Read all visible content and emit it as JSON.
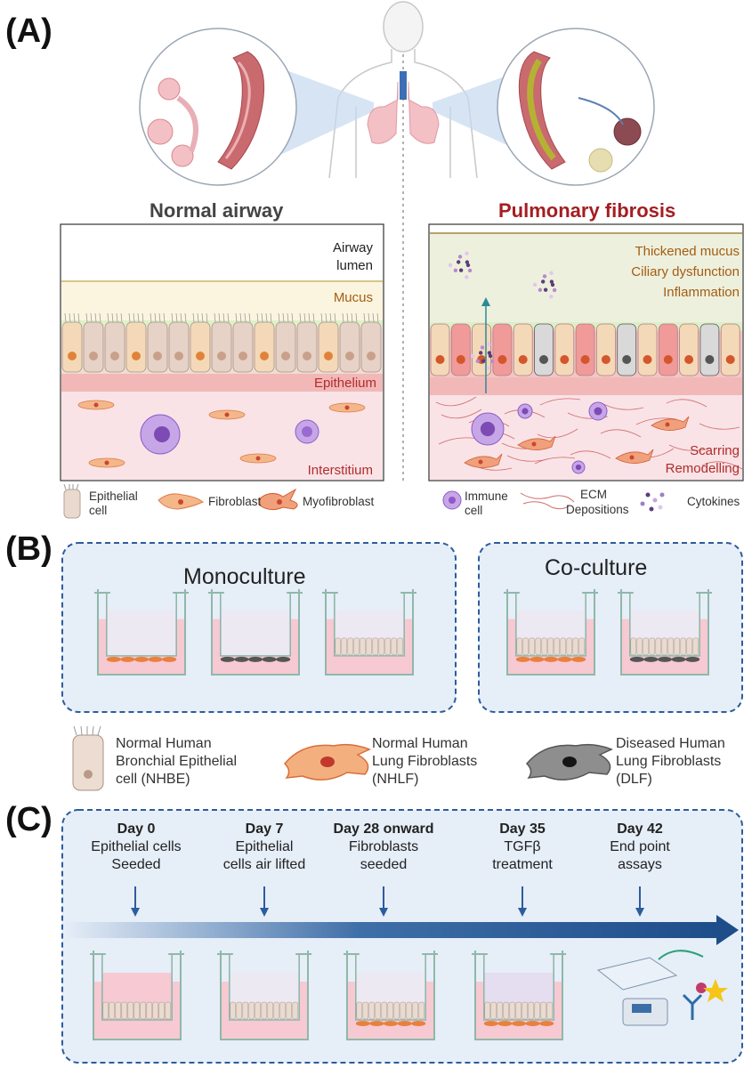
{
  "panels": {
    "a": "(A)",
    "b": "(B)",
    "c": "(C)"
  },
  "panel_a": {
    "normal_title": "Normal airway",
    "fibrosis_title": "Pulmonary fibrosis",
    "normal_labels": {
      "airway_lumen_1": "Airway",
      "airway_lumen_2": "lumen",
      "mucus": "Mucus",
      "epithelium": "Epithelium",
      "interstitium": "Interstitium"
    },
    "fibrosis_labels": {
      "thickened_mucus": "Thickened mucus",
      "ciliary_dysfunction": "Ciliary dysfunction",
      "inflammation": "Inflammation",
      "scarring": "Scarring",
      "remodelling": "Remodelling"
    },
    "legend_left": {
      "epithelial_1": "Epithelial",
      "epithelial_2": "cell",
      "fibroblast": "Fibroblast",
      "myofibroblast": "Myofibroblast"
    },
    "legend_right": {
      "immune_1": "Immune",
      "immune_2": "cell",
      "ecm_1": "ECM",
      "ecm_2": "Depositions",
      "cytokines": "Cytokines"
    }
  },
  "panel_b": {
    "mono_title": "Monoculture",
    "co_title": "Co-culture",
    "legend": {
      "nhbe": [
        "Normal Human",
        "Bronchial Epithelial",
        "cell (NHBE)"
      ],
      "nhlf": [
        "Normal Human",
        "Lung Fibroblasts",
        "(NHLF)"
      ],
      "dlf": [
        "Diseased Human",
        "Lung Fibroblasts",
        "(DLF)"
      ]
    }
  },
  "panel_c": {
    "days": [
      {
        "day": "Day 0",
        "l1": "Epithelial cells",
        "l2": "Seeded"
      },
      {
        "day": "Day 7",
        "l1": "Epithelial",
        "l2": "cells air lifted"
      },
      {
        "day": "Day 28 onward",
        "l1": "Fibroblasts",
        "l2": "seeded"
      },
      {
        "day": "Day 35",
        "l1": "TGFβ",
        "l2": "treatment"
      },
      {
        "day": "Day 42",
        "l1": "End point",
        "l2": "assays"
      }
    ]
  },
  "colors": {
    "fibrosis_red": "#a51d22",
    "mucus_brown": "#a35d12",
    "dashed_blue": "#2d5c9e",
    "timeline_blue": "#1e4d8a",
    "box_fill": "#e6eef8"
  }
}
